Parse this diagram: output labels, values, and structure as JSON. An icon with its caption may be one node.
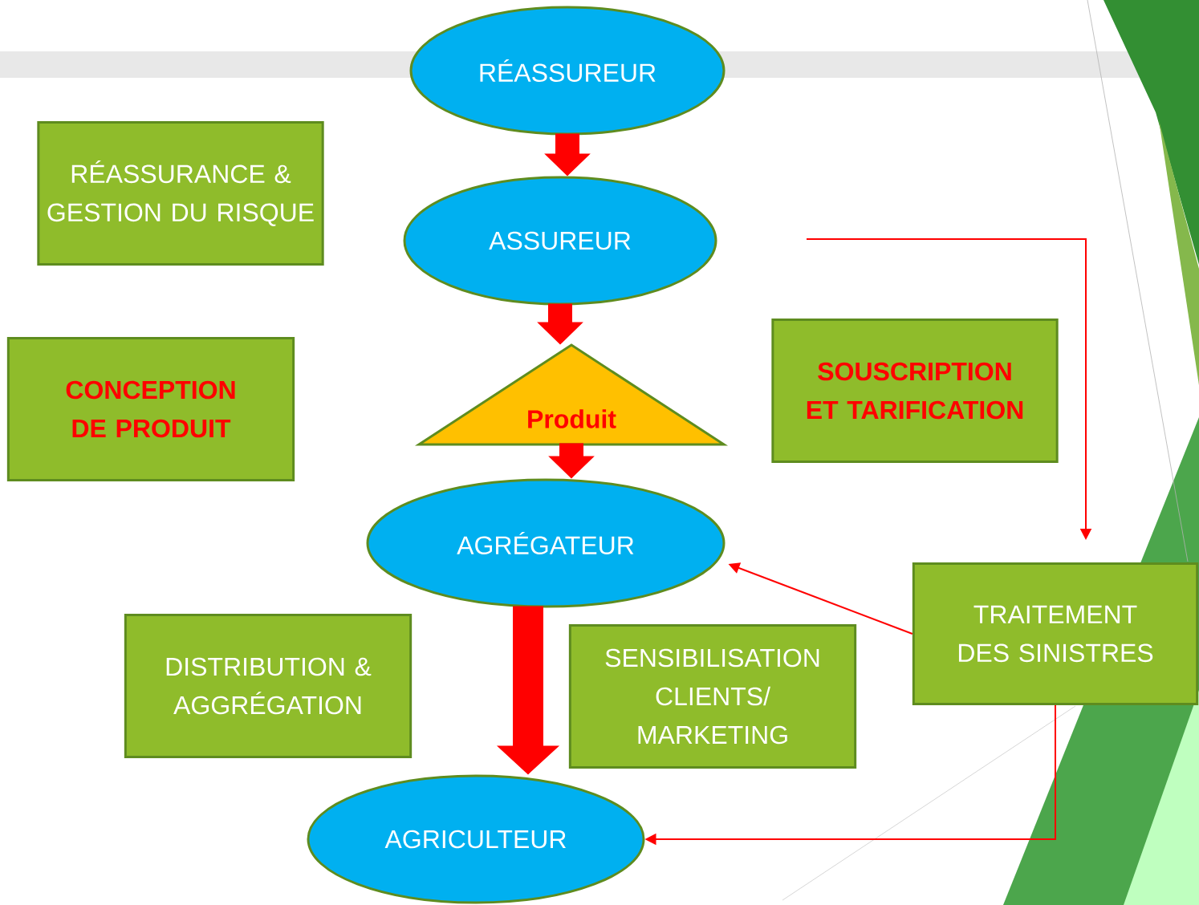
{
  "diagram": {
    "nodes": [
      {
        "text": [
          "RÉASSUREUR"
        ]
      },
      {
        "text": [
          "ASSUREUR"
        ]
      },
      {
        "text": [
          "Produit"
        ]
      },
      {
        "text": [
          "AGRÉGATEUR"
        ]
      },
      {
        "text": [
          "AGRICULTEUR"
        ]
      },
      {
        "text": [
          "RÉASSURANCE & GESTION DU RISQUE"
        ]
      },
      {
        "text": [
          "CONCEPTION DE PRODUIT"
        ]
      },
      {
        "text": [
          "SOUSCRIPTION ET TARIFICATION"
        ]
      },
      {
        "text": [
          "DISTRIBUTION & AGGRÉGATION"
        ]
      },
      {
        "text": [
          "SENSIBILISATION CLIENTS/ MARKETING"
        ]
      },
      {
        "text": [
          "TRAITEMENT DES SINISTRES"
        ]
      }
    ],
    "edges": [
      {
        "from": 0,
        "to": 1,
        "arrow": "to"
      },
      {
        "from": 1,
        "to": 2,
        "arrow": "to"
      },
      {
        "from": 2,
        "to": 3,
        "arrow": "to"
      },
      {
        "from": 3,
        "to": 4,
        "arrow": "to"
      },
      {
        "from": null,
        "to": 10,
        "arrow": "to"
      },
      {
        "from": 10,
        "to": 3,
        "arrow": "to"
      },
      {
        "from": 10,
        "to": 4,
        "arrow": "to"
      }
    ]
  }
}
